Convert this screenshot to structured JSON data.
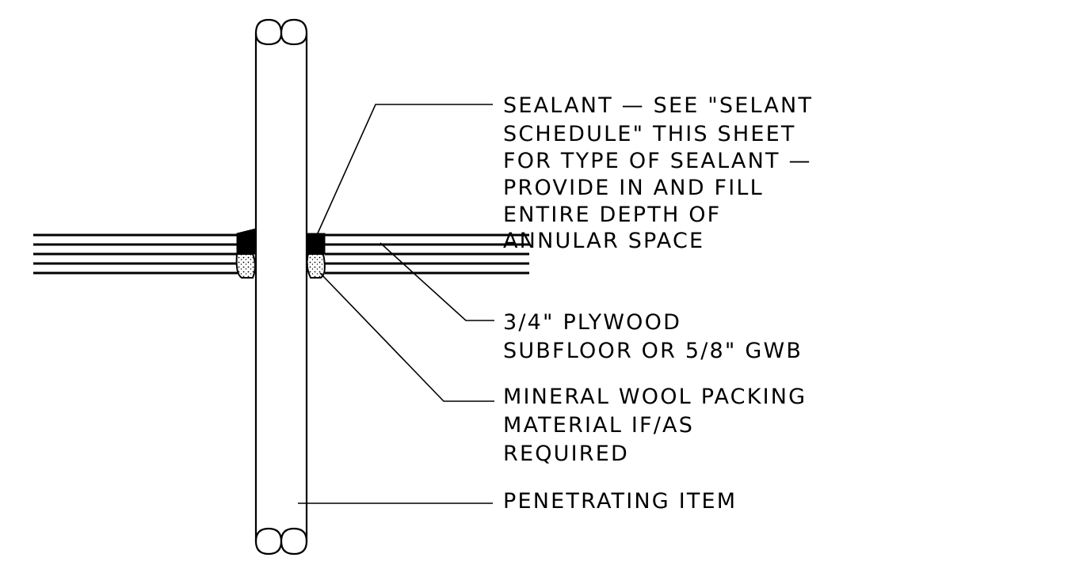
{
  "notes": {
    "sealant": {
      "lines": [
        "SEALANT — SEE \"SELANT",
        "SCHEDULE\" THIS SHEET",
        "FOR TYPE OF SEALANT —",
        "PROVIDE IN AND FILL",
        "ENTIRE DEPTH OF",
        "ANNULAR SPACE"
      ]
    },
    "plywood": {
      "lines": [
        "3/4\" PLYWOOD",
        "SUBFLOOR OR 5/8\" GWB"
      ]
    },
    "mineral_wool": {
      "lines": [
        "MINERAL WOOL PACKING",
        "MATERIAL IF/AS",
        "REQUIRED"
      ]
    },
    "penetrating_item": {
      "lines": [
        "PENETRATING ITEM"
      ]
    }
  },
  "colors": {
    "line": "#000000",
    "background": "#ffffff"
  }
}
